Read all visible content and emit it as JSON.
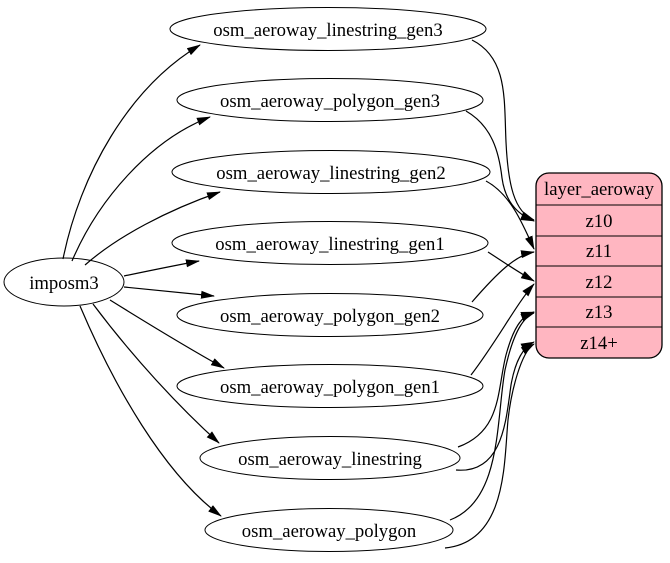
{
  "diagram": {
    "background_color": "#ffffff",
    "stroke_color": "#000000",
    "source": {
      "label": "imposm3"
    },
    "tables": [
      {
        "label": "osm_aeroway_linestring_gen3"
      },
      {
        "label": "osm_aeroway_polygon_gen3"
      },
      {
        "label": "osm_aeroway_linestring_gen2"
      },
      {
        "label": "osm_aeroway_linestring_gen1"
      },
      {
        "label": "osm_aeroway_polygon_gen2"
      },
      {
        "label": "osm_aeroway_polygon_gen1"
      },
      {
        "label": "osm_aeroway_linestring"
      },
      {
        "label": "osm_aeroway_polygon"
      }
    ],
    "layer": {
      "title": "layer_aeroway",
      "fill": "#ffb6c1",
      "rows": [
        {
          "label": "z10"
        },
        {
          "label": "z11"
        },
        {
          "label": "z12"
        },
        {
          "label": "z13"
        },
        {
          "label": "z14+"
        }
      ]
    },
    "edges": [
      {
        "from": "imposm3",
        "to": "osm_aeroway_linestring_gen3"
      },
      {
        "from": "imposm3",
        "to": "osm_aeroway_polygon_gen3"
      },
      {
        "from": "imposm3",
        "to": "osm_aeroway_linestring_gen2"
      },
      {
        "from": "imposm3",
        "to": "osm_aeroway_linestring_gen1"
      },
      {
        "from": "imposm3",
        "to": "osm_aeroway_polygon_gen2"
      },
      {
        "from": "imposm3",
        "to": "osm_aeroway_polygon_gen1"
      },
      {
        "from": "imposm3",
        "to": "osm_aeroway_linestring"
      },
      {
        "from": "imposm3",
        "to": "osm_aeroway_polygon"
      },
      {
        "from": "osm_aeroway_linestring_gen3",
        "to": "layer_aeroway:z10"
      },
      {
        "from": "osm_aeroway_polygon_gen3",
        "to": "layer_aeroway:z10"
      },
      {
        "from": "osm_aeroway_linestring_gen2",
        "to": "layer_aeroway:z11"
      },
      {
        "from": "osm_aeroway_polygon_gen2",
        "to": "layer_aeroway:z11"
      },
      {
        "from": "osm_aeroway_linestring_gen1",
        "to": "layer_aeroway:z12"
      },
      {
        "from": "osm_aeroway_polygon_gen1",
        "to": "layer_aeroway:z12"
      },
      {
        "from": "osm_aeroway_linestring",
        "to": "layer_aeroway:z13"
      },
      {
        "from": "osm_aeroway_polygon",
        "to": "layer_aeroway:z13"
      },
      {
        "from": "osm_aeroway_linestring",
        "to": "layer_aeroway:z14+"
      },
      {
        "from": "osm_aeroway_polygon",
        "to": "layer_aeroway:z14+"
      }
    ]
  }
}
